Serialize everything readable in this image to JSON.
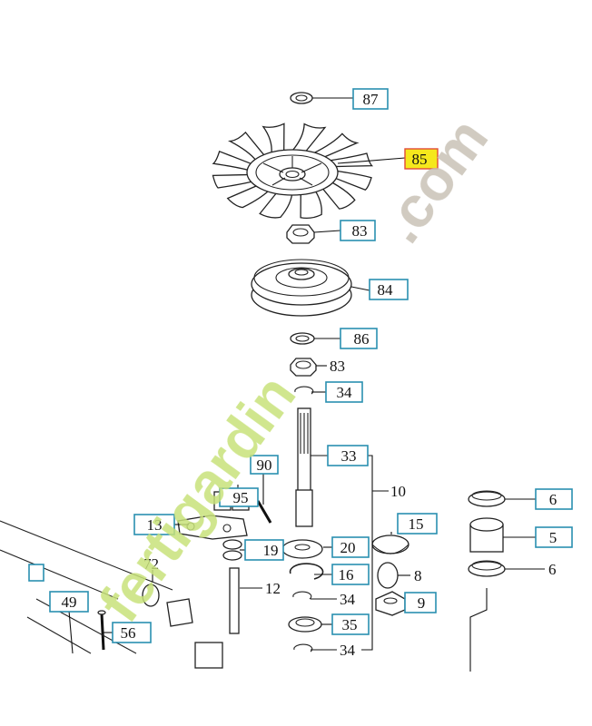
{
  "callouts": {
    "c87": "87",
    "c85": "85",
    "c83a": "83",
    "c84": "84",
    "c86": "86",
    "c83b": "83",
    "c34a": "34",
    "c33": "33",
    "c10": "10",
    "c90": "90",
    "c95": "95",
    "c13": "13",
    "c15": "15",
    "c19": "19",
    "c20": "20",
    "c8": "8",
    "c16": "16",
    "c72": "72",
    "c12": "12",
    "c34b": "34",
    "c9": "9",
    "c49": "49",
    "c35": "35",
    "c56": "56",
    "c34c": "34",
    "c6a": "6",
    "c5": "5",
    "c6b": "6"
  },
  "watermark": {
    "text_green": "fertigardin",
    "text_grey": ".com"
  },
  "colors": {
    "callout_border": "#2a8fb0",
    "highlight_fill": "#f5e81c",
    "highlight_border": "#e04a3a",
    "watermark_green": "#c8e27a",
    "watermark_orange": "#f4b06a",
    "watermark_grey": "#c9c2b6"
  }
}
